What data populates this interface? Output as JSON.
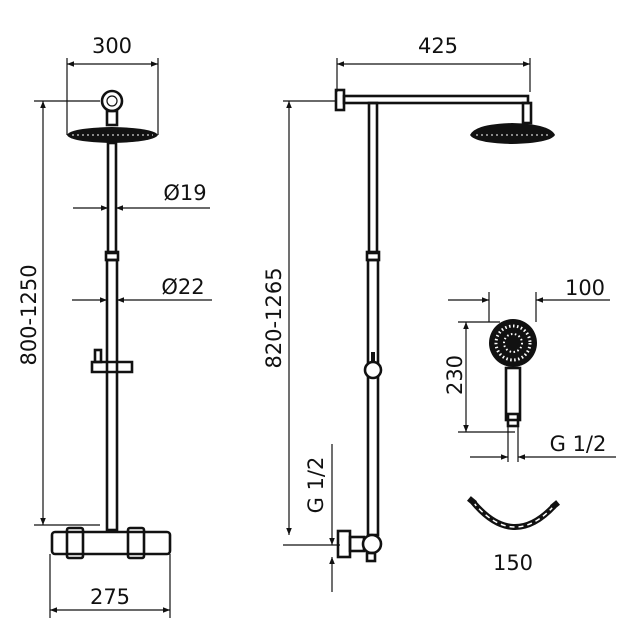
{
  "diagram": {
    "left_view": {
      "head_width": "300",
      "height_range": "800-1250",
      "upper_pipe_diameter": "Ø19",
      "lower_pipe_diameter": "Ø22",
      "thermostat_width": "275"
    },
    "side_view": {
      "arm_length": "425",
      "height_range": "820-1265",
      "inlet_thread": "G 1/2"
    },
    "hand_shower": {
      "width": "100",
      "length": "230",
      "thread": "G 1/2"
    },
    "hose": {
      "length": "150"
    }
  }
}
